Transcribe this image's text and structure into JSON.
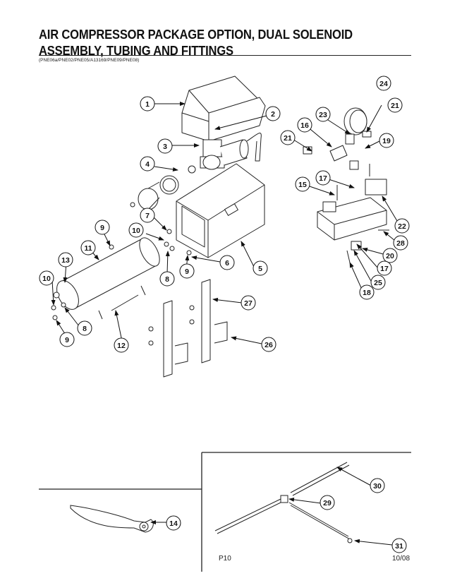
{
  "header": {
    "title_line1": "AIR COMPRESSOR PACKAGE OPTION, DUAL SOLENOID",
    "title_line2": "ASSEMBLY, TUBING AND FITTINGS",
    "part_numbers": "(PNE06a/PNE02/PNE05/A13169/PNE09/PNE08)"
  },
  "callouts": {
    "c1": "1",
    "c2": "2",
    "c3": "3",
    "c4": "4",
    "c5": "5",
    "c6": "6",
    "c7": "7",
    "c8a": "8",
    "c8b": "8",
    "c9a": "9",
    "c9b": "9",
    "c9c": "9",
    "c10a": "10",
    "c10b": "10",
    "c11": "11",
    "c12": "12",
    "c13": "13",
    "c14": "14",
    "c15": "15",
    "c16": "16",
    "c17a": "17",
    "c17b": "17",
    "c18": "18",
    "c19": "19",
    "c20": "20",
    "c21a": "21",
    "c21b": "21",
    "c22": "22",
    "c23": "23",
    "c24": "24",
    "c25": "25",
    "c26": "26",
    "c27": "27",
    "c28": "28",
    "c29": "29",
    "c30": "30",
    "c31": "31"
  },
  "footer": {
    "page": "P10",
    "date": "10/08"
  }
}
